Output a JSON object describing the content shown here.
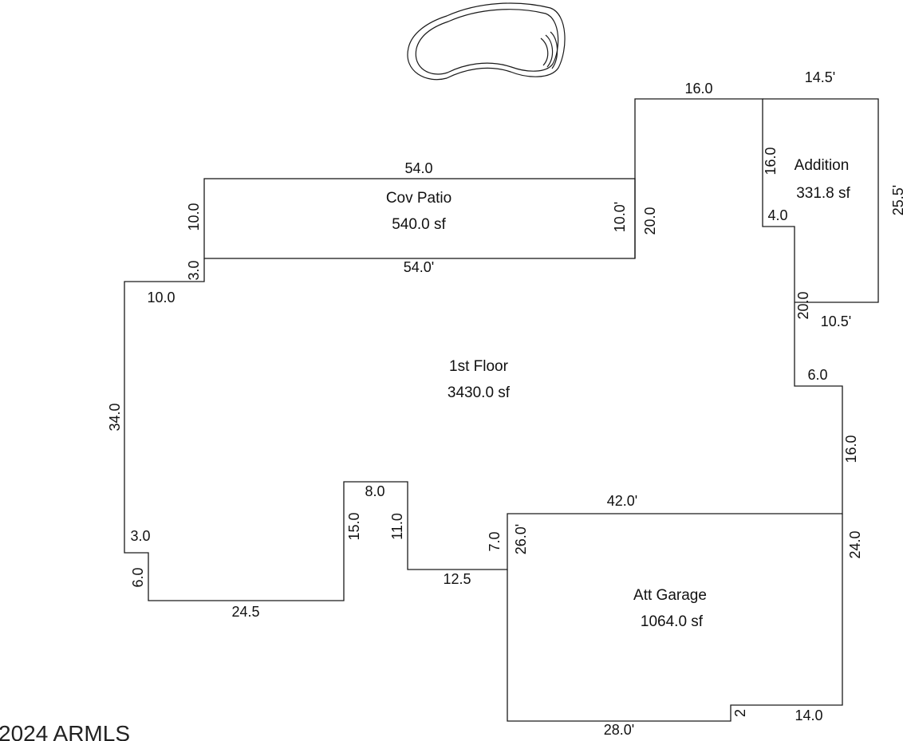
{
  "rooms": {
    "cov_patio": {
      "name": "Cov Patio",
      "area": "540.0 sf"
    },
    "first_floor": {
      "name": "1st Floor",
      "area": "3430.0 sf"
    },
    "addition": {
      "name": "Addition",
      "area": "331.8 sf"
    },
    "att_garage": {
      "name": "Att Garage",
      "area": "1064.0 sf"
    }
  },
  "dims": {
    "d1": "54.0",
    "d2": "54.0'",
    "d3": "10.0",
    "d4": "10.0'",
    "d5": "20.0",
    "d6": "3.0",
    "d7": "16.0",
    "d8": "14.5'",
    "d9": "16.0",
    "d10": "4.0",
    "d11": "25.5'",
    "d12": "20.0",
    "d13": "10.5'",
    "d14": "6.0",
    "d15": "16.0",
    "d16": "10.0",
    "d17": "34.0",
    "d18": "3.0",
    "d19": "6.0",
    "d20": "24.5",
    "d21": "8.0",
    "d22": "15.0",
    "d23": "11.0",
    "d24": "12.5",
    "d25": "7.0",
    "d26": "26.0'",
    "d27": "42.0'",
    "d28": "24.0",
    "d29": "28.0'",
    "d30": "2",
    "d31": "14.0"
  },
  "watermark": "2024 ARMLS"
}
